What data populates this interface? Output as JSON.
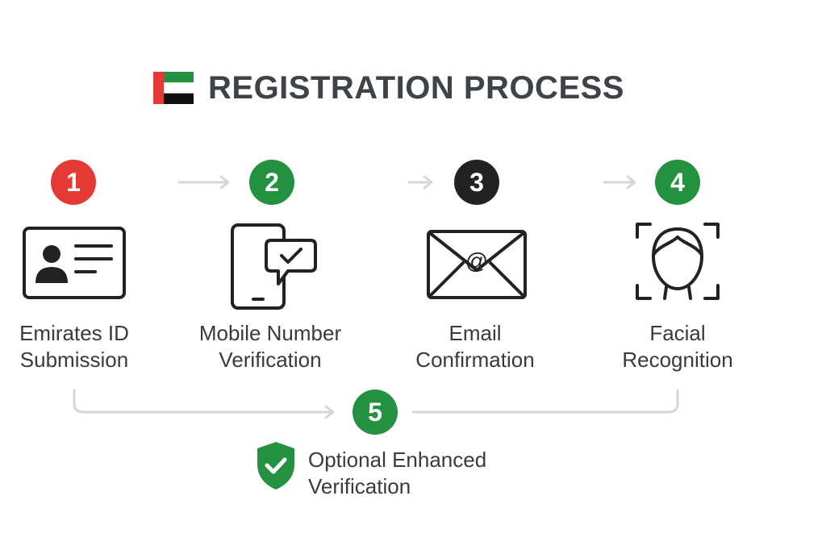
{
  "header": {
    "title": "REGISTRATION PROCESS",
    "flag_icon": "uae-flag-icon"
  },
  "colors": {
    "red": "#e53935",
    "green": "#23913f",
    "black": "#222222",
    "text": "#3a3a3a",
    "arrow": "#d6d6d6"
  },
  "steps": [
    {
      "number": "1",
      "line1": "Emirates ID",
      "line2": "Submission",
      "icon": "id-card-icon",
      "color": "#e53935"
    },
    {
      "number": "2",
      "line1": "Mobile Number",
      "line2": "Verification",
      "icon": "phone-message-icon",
      "color": "#23913f"
    },
    {
      "number": "3",
      "line1": "Email",
      "line2": "Confirmation",
      "icon": "email-at-icon",
      "color": "#222222"
    },
    {
      "number": "4",
      "line1": "Facial",
      "line2": "Recognition",
      "icon": "face-scan-icon",
      "color": "#23913f"
    }
  ],
  "final_step": {
    "number": "5",
    "line1": "Optional Enhanced",
    "line2": "Verification",
    "icon": "shield-check-icon",
    "color": "#23913f"
  }
}
